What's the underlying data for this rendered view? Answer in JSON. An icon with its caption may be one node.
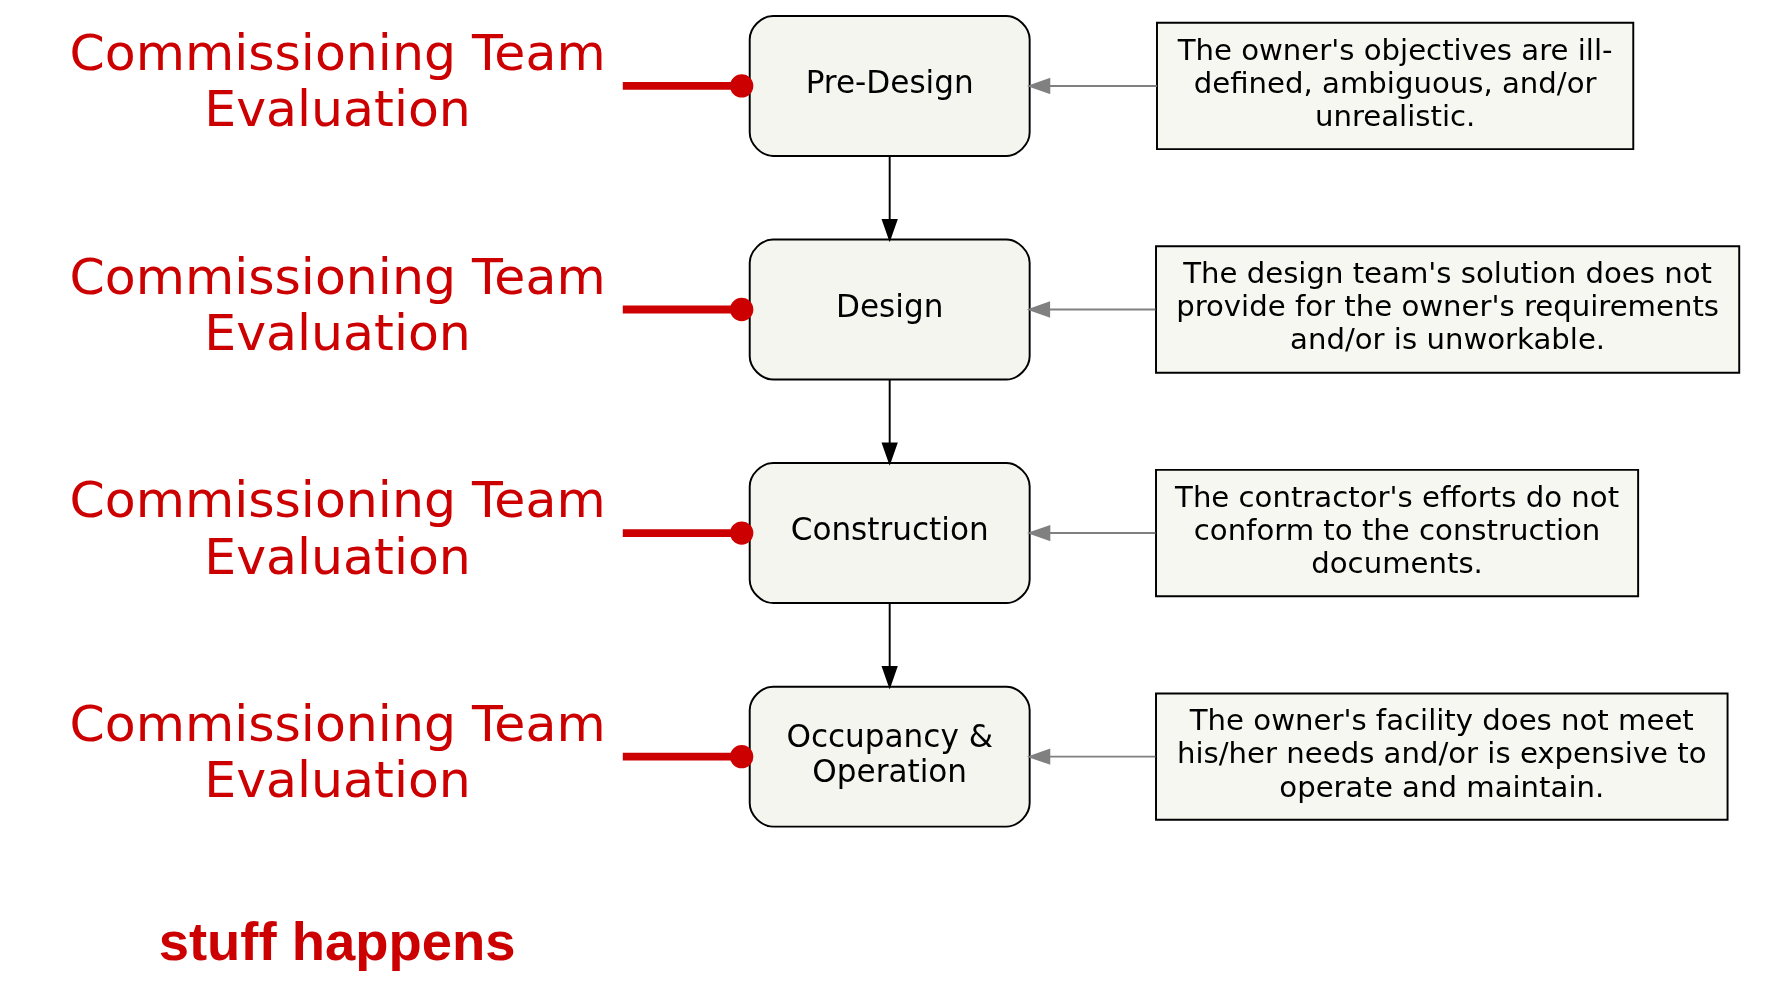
{
  "diagram": {
    "nodes": [
      {
        "text": [
          "Pre-Design"
        ]
      },
      {
        "text": [
          "Design"
        ]
      },
      {
        "text": [
          "Construction"
        ]
      },
      {
        "text": [
          "Occupancy & Operation"
        ]
      },
      {
        "text": [
          "The owner's objectives are ill-defined, ambiguous, and/or unrealistic."
        ]
      },
      {
        "text": [
          "The design team's solution does not provide for the owner's requirements and/or is unworkable."
        ]
      },
      {
        "text": [
          "The contractor's efforts do not conform to the construction documents."
        ]
      },
      {
        "text": [
          "The owner's facility does not meet his/her needs and/or is expensive to operate and maintain."
        ]
      },
      {
        "text": [
          "Commissioning Team Evaluation"
        ]
      },
      {
        "text": [
          "Commissioning Team Evaluation"
        ]
      },
      {
        "text": [
          "Commissioning Team Evaluation"
        ]
      },
      {
        "text": [
          "Commissioning Team Evaluation"
        ]
      }
    ],
    "edges": [
      {
        "from": 0,
        "to": 1,
        "arrow": "to",
        "color": "#000000"
      },
      {
        "from": 1,
        "to": 2,
        "arrow": "to",
        "color": "#000000"
      },
      {
        "from": 2,
        "to": 3,
        "arrow": "to",
        "color": "#000000"
      },
      {
        "from": 4,
        "to": 0,
        "arrow": "to",
        "color": "#808080"
      },
      {
        "from": 5,
        "to": 1,
        "arrow": "to",
        "color": "#808080"
      },
      {
        "from": 6,
        "to": 2,
        "arrow": "to",
        "color": "#808080"
      },
      {
        "from": 7,
        "to": 3,
        "arrow": "to",
        "color": "#808080"
      },
      {
        "from": 8,
        "to": 0,
        "arrow": "other",
        "style": "thick",
        "color": "#cc0000"
      },
      {
        "from": 9,
        "to": 1,
        "arrow": "other",
        "style": "thick",
        "color": "#cc0000"
      },
      {
        "from": 10,
        "to": 2,
        "arrow": "other",
        "style": "thick",
        "color": "#cc0000"
      },
      {
        "from": 11,
        "to": 3,
        "arrow": "other",
        "style": "thick",
        "color": "#cc0000"
      }
    ],
    "labels": [
      "stuff happens"
    ]
  }
}
